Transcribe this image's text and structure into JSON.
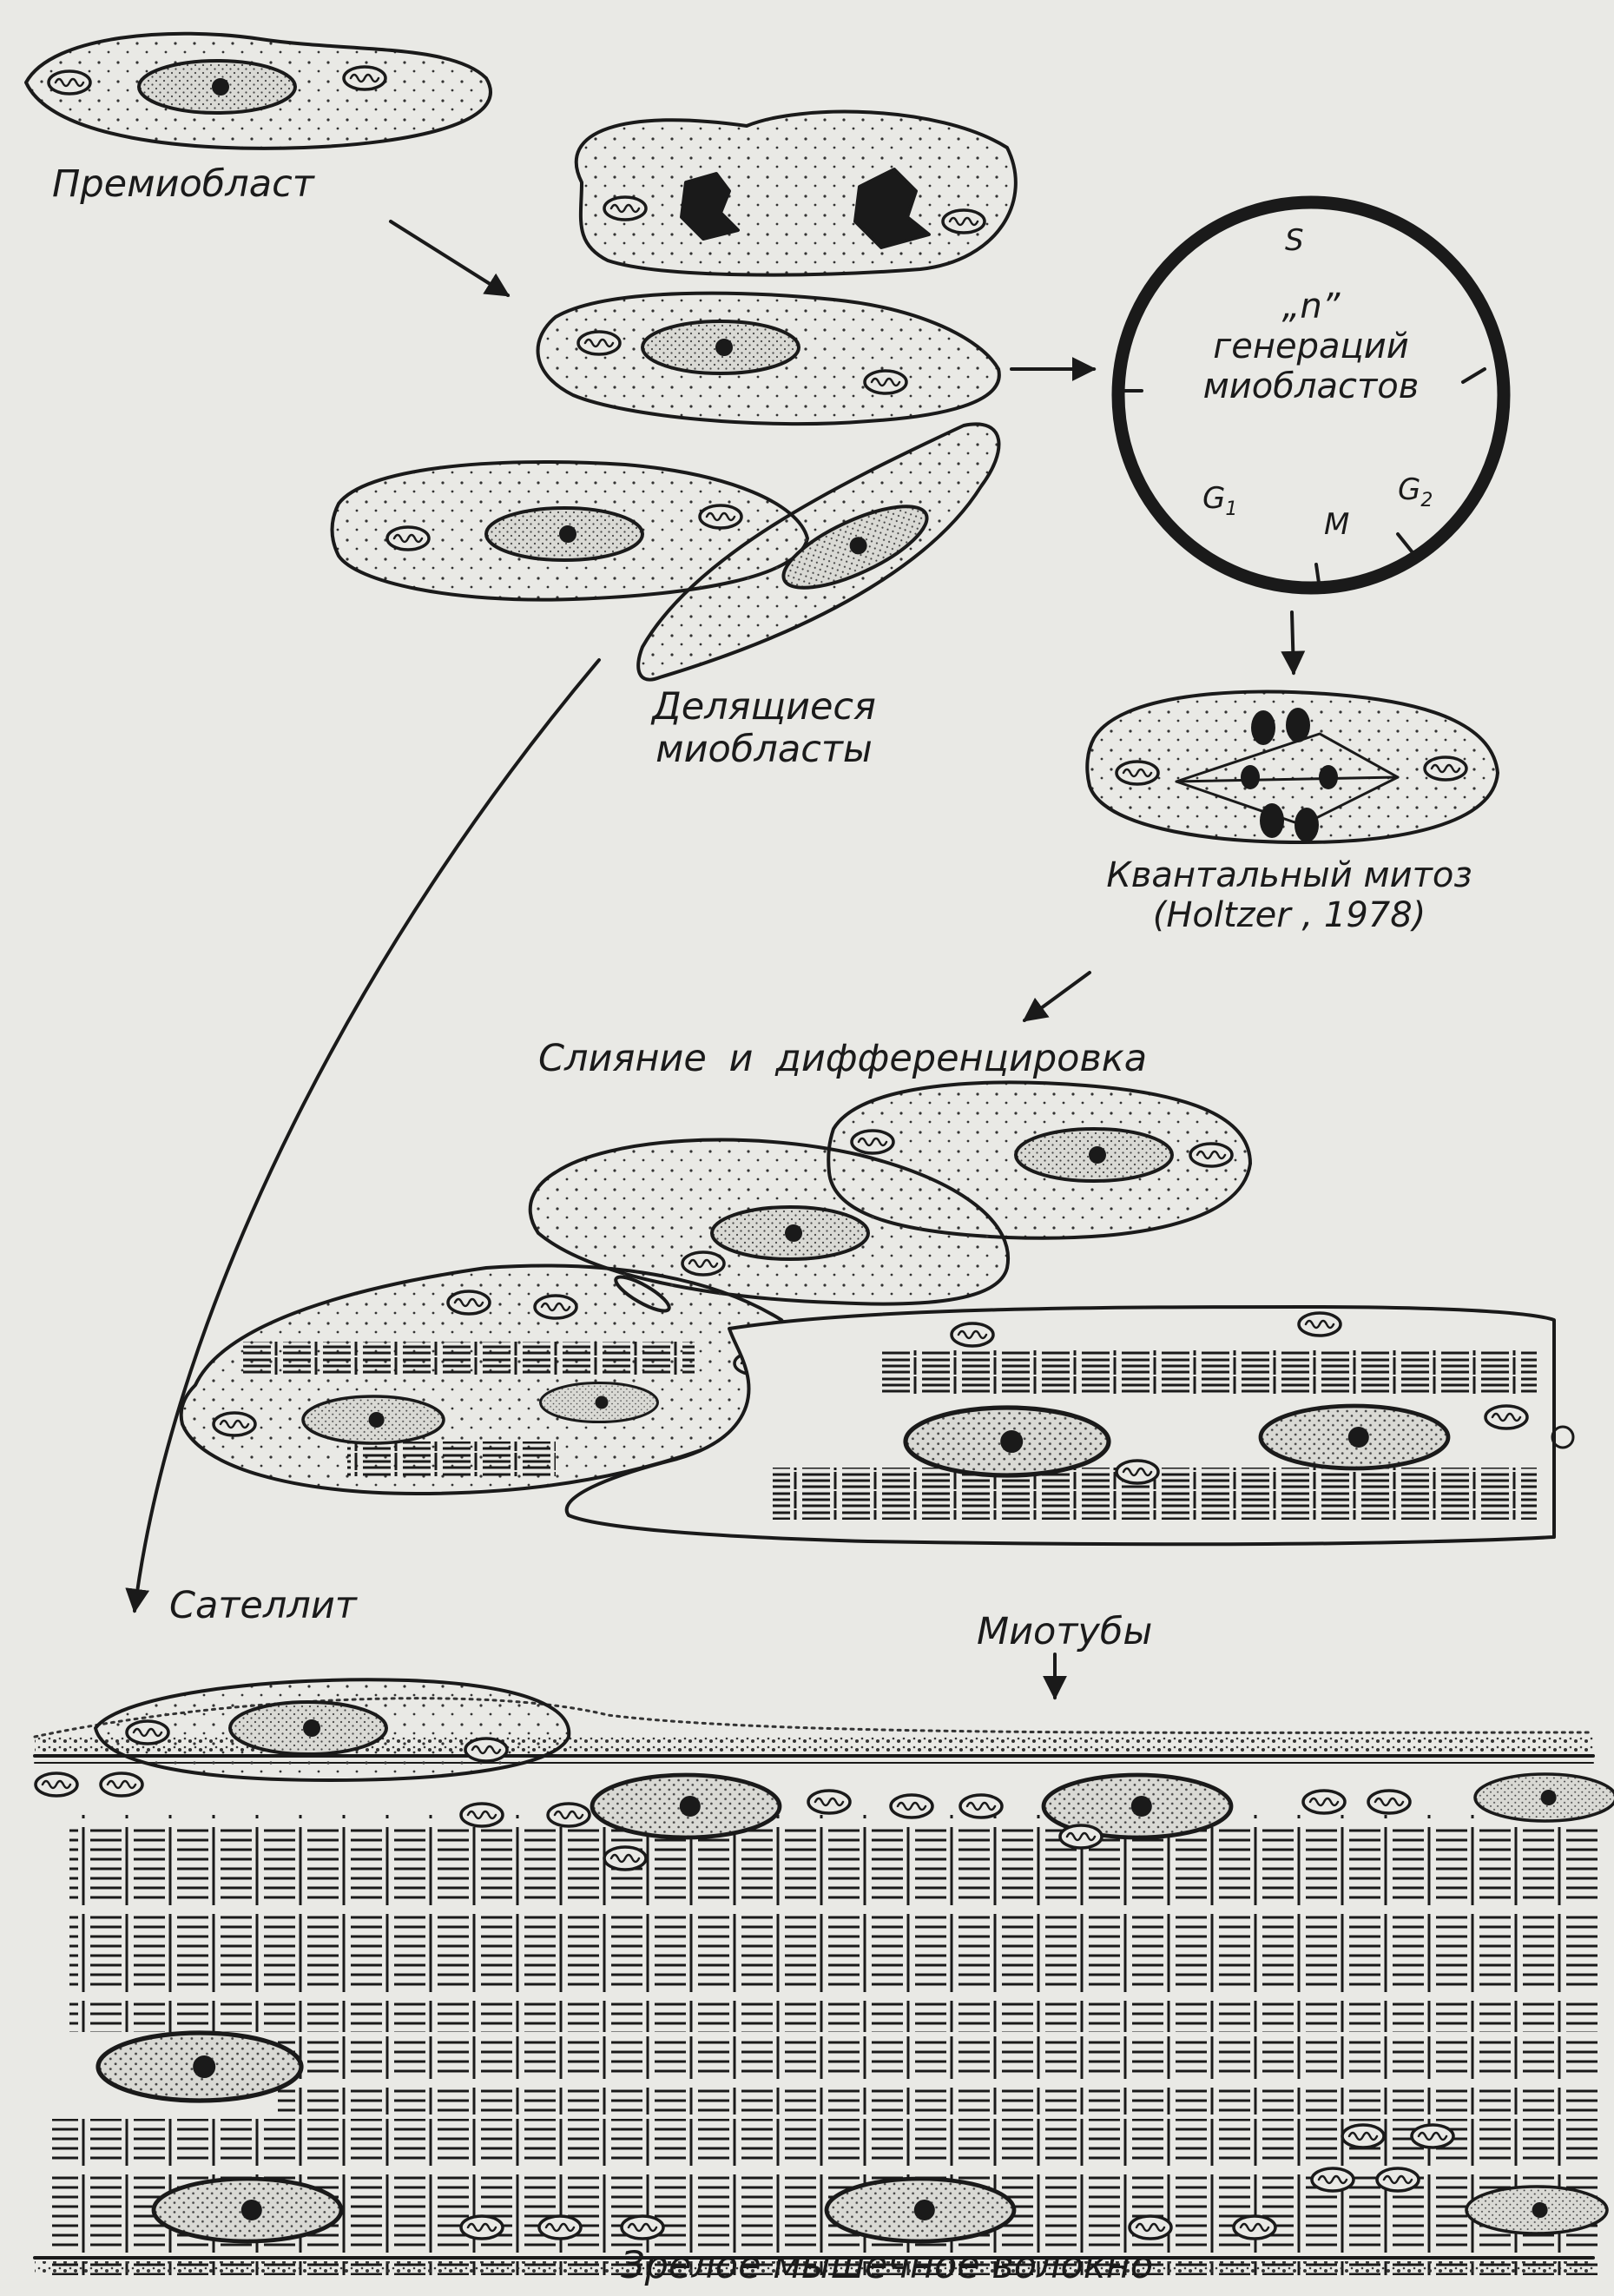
{
  "labels": {
    "premyoblast": "Премиобласт",
    "dividing_myoblasts": [
      "Делящиеся",
      "миобласты"
    ],
    "cycle_center": [
      "„n”",
      "генераций",
      "миобластов"
    ],
    "phase_s": "S",
    "phase_g1": "G",
    "phase_g1_sub": "1",
    "phase_m": "M",
    "phase_g2": "G",
    "phase_g2_sub": "2",
    "quantal_mitosis": [
      "Квантальный митоз",
      "(Holtzer , 1978)"
    ],
    "fusion": "Слияние и дифференцировка",
    "satellite": "Сателлит",
    "myotubes": "Миотубы",
    "mature_fiber": "Зрелое мышечное волокно"
  },
  "colors": {
    "background": "#e9e9e5",
    "ink": "#1a1a1a"
  }
}
